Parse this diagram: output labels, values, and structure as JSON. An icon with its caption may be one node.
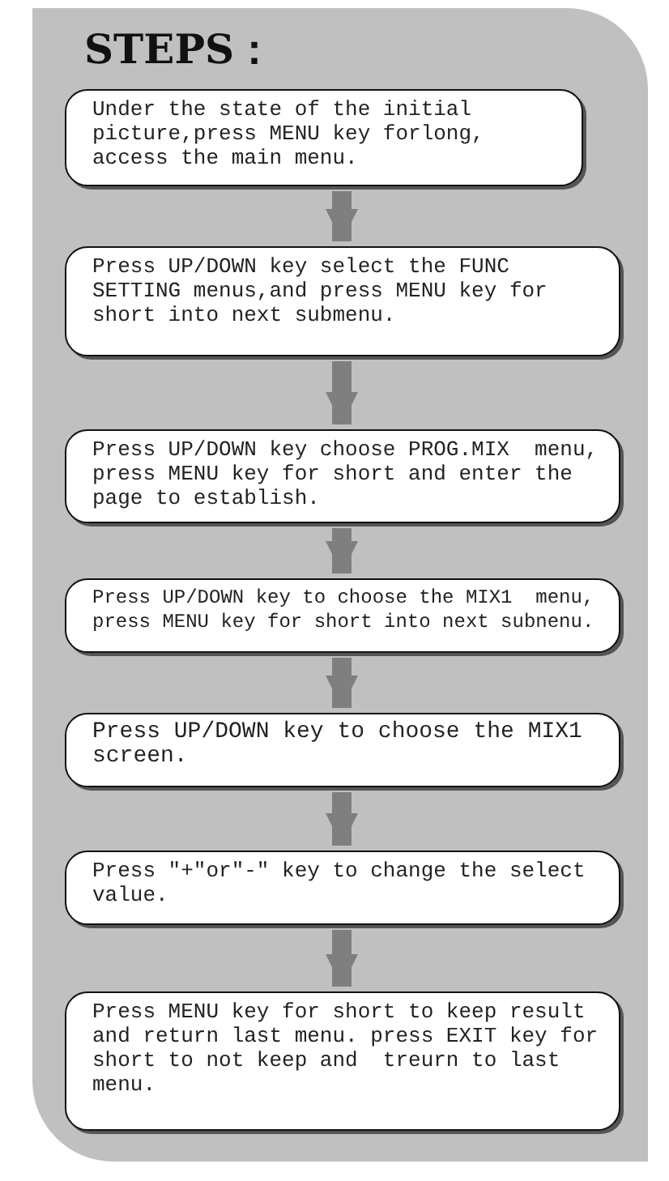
{
  "diagram": {
    "title": "STEPS：",
    "nodes": [
      {
        "text": [
          "Under the state of the initial picture,press MENU key forlong, access the main menu."
        ]
      },
      {
        "text": [
          "Press UP/DOWN key select the FUNC SETTING menus,and press MENU key for short into next submenu."
        ]
      },
      {
        "text": [
          "Press UP/DOWN key choose PROG.MIX  menu, press MENU key for short and enter the page to establish."
        ]
      },
      {
        "text": [
          "Press UP/DOWN key to choose the MIX1  menu, press MENU key for short into next subnenu."
        ]
      },
      {
        "text": [
          "Press UP/DOWN key to choose the MIX1 screen."
        ]
      },
      {
        "text": [
          "Press ″+″or″-″ key to change the select value."
        ]
      },
      {
        "text": [
          "Press MENU key for short to keep result and return last menu. press EXIT key for short to not keep and  treurn to last menu."
        ]
      }
    ],
    "edges": [
      {
        "from": 0,
        "to": 1,
        "arrow": "to"
      },
      {
        "from": 1,
        "to": 2,
        "arrow": "to"
      },
      {
        "from": 2,
        "to": 3,
        "arrow": "to"
      },
      {
        "from": 3,
        "to": 4,
        "arrow": "to"
      },
      {
        "from": 4,
        "to": 5,
        "arrow": "to"
      },
      {
        "from": 5,
        "to": 6,
        "arrow": "to"
      }
    ]
  }
}
